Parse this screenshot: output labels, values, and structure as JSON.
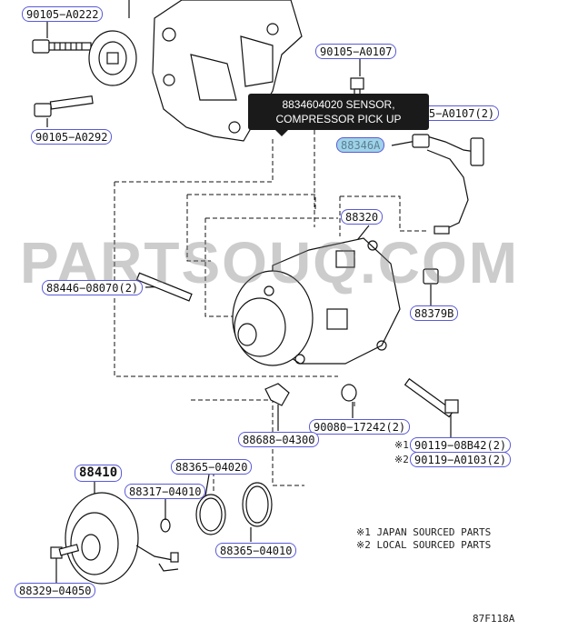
{
  "diagram_code": "87F118A",
  "watermark": "PARTSOUQ.COM",
  "tooltip": {
    "line1": "8834604020 SENSOR,",
    "line2": "COMPRESSOR PICK UP"
  },
  "labels": {
    "p90105_A0222": "90105−A0222",
    "p90105_A0292": "90105−A0292",
    "p90105_A0107": "90105−A0107",
    "p90105_A0107_2": "90105−A0107(2)",
    "p88346A": "88346A",
    "p88320": "88320",
    "p88446_08070": "88446−08070(2)",
    "p88379B": "88379B",
    "p90080_17242": "90080−17242(2)",
    "p88688_04300": "88688−04300",
    "p90119_08B42": "90119−08B42(2)",
    "p90119_A0103": "90119−A0103(2)",
    "p88410": "88410",
    "p88365_04020": "88365−04020",
    "p88317_04010": "88317−04010",
    "p88365_04010": "88365−04010",
    "p88329_04050": "88329−04050"
  },
  "markers": {
    "m1": "※1",
    "m2": "※2"
  },
  "legend": {
    "line1": "※1 JAPAN SOURCED PARTS",
    "line2": "※2 LOCAL SOURCED PARTS"
  },
  "colors": {
    "label_border": "#5a5ad8",
    "active_fill": "#9fd3e8",
    "tooltip_bg": "#1a1a1a"
  }
}
